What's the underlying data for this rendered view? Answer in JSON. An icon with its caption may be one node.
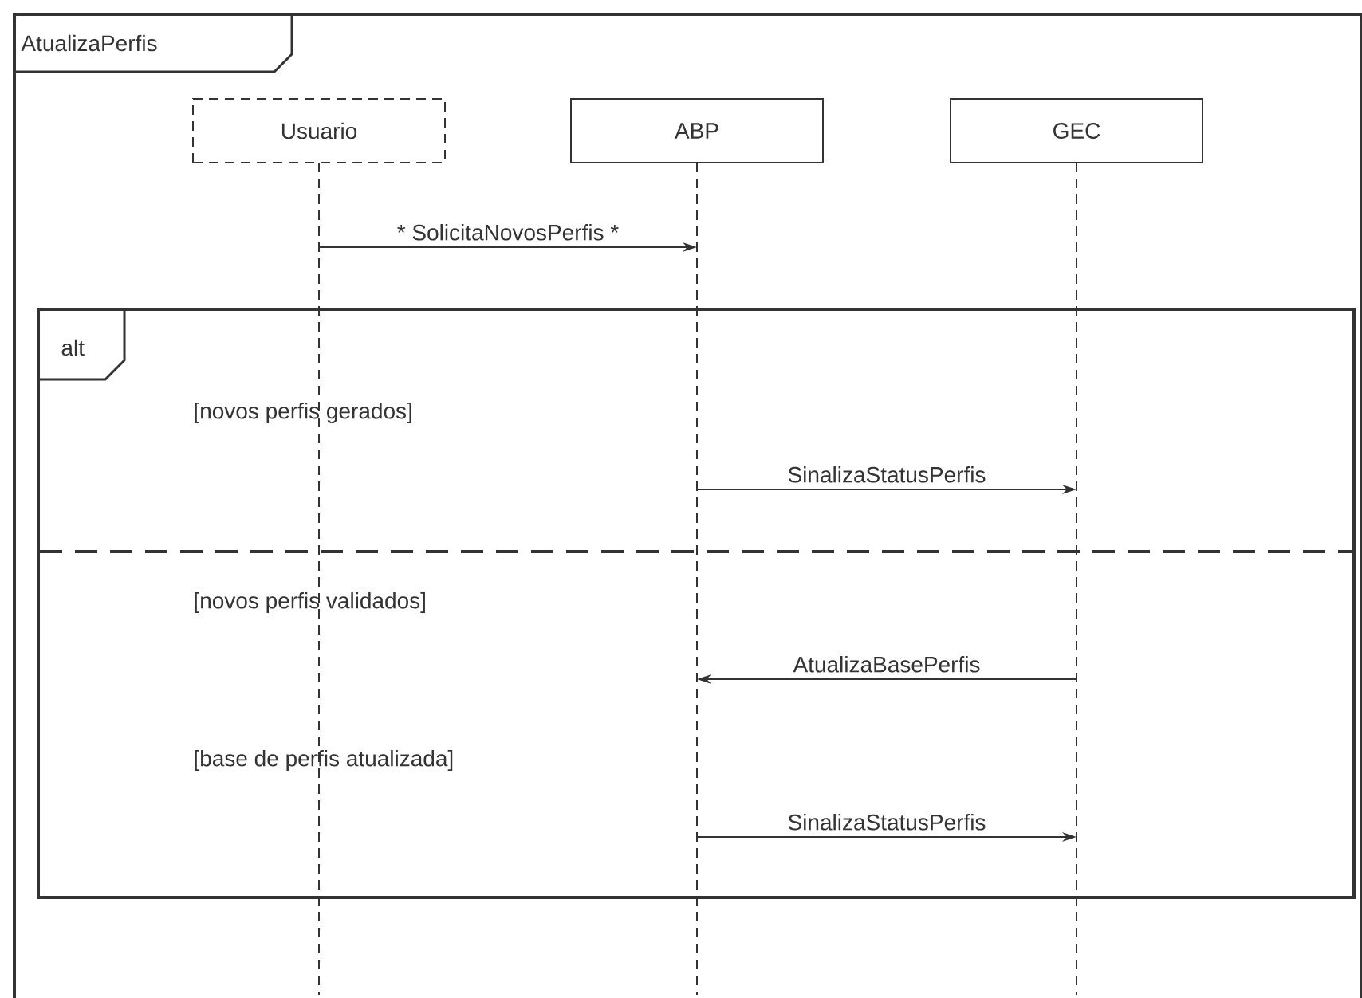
{
  "diagram": {
    "nodes": [
      {
        "text": [
          "AtualizaPerfis"
        ]
      },
      {
        "text": [
          "Usuario"
        ],
        "in": 0
      },
      {
        "text": [
          "ABP"
        ],
        "in": 0
      },
      {
        "text": [
          "GEC"
        ],
        "in": 0
      }
    ],
    "labels": [
      "alt",
      "[novos perfis gerados]",
      "[novos perfis validados]",
      "[base de perfis atualizada]"
    ],
    "edges": [
      {
        "from": 1,
        "to": 2,
        "arrow": "to",
        "label": "* SolicitaNovosPerfis *"
      },
      {
        "from": 2,
        "to": 3,
        "arrow": "to",
        "label": "SinalizaStatusPerfis"
      },
      {
        "from": 3,
        "to": 2,
        "arrow": "to",
        "label": "AtualizaBasePerfis"
      },
      {
        "from": 2,
        "to": 3,
        "arrow": "to",
        "label": "SinalizaStatusPerfis"
      }
    ]
  }
}
